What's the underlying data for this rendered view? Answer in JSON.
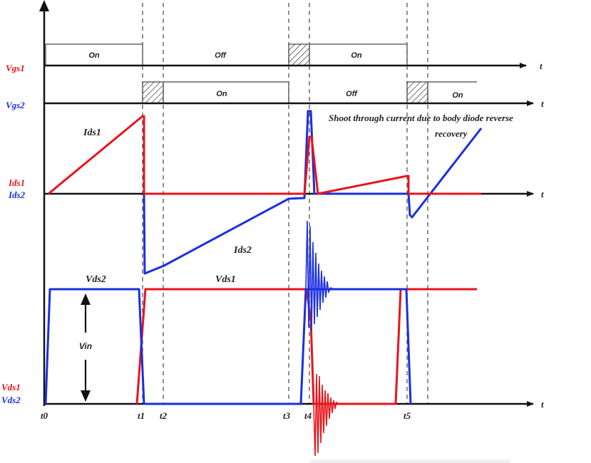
{
  "figure": {
    "type": "switching timing diagram",
    "rows": {
      "vgs1": {
        "label": "Vgs1",
        "color": "#e8141c"
      },
      "vgs2": {
        "label": "Vgs2",
        "color": "#1a2fe0"
      },
      "ids1": {
        "label": "Ids1",
        "color": "#e8141c"
      },
      "ids2": {
        "label": "Ids2",
        "color": "#1a2fe0"
      },
      "vds1": {
        "label": "Vds1",
        "color": "#e8141c"
      },
      "vds2": {
        "label": "Vds2",
        "color": "#1a2fe0"
      }
    },
    "axis_label": "t",
    "time_markers": [
      "t0",
      "t1",
      "t2",
      "t3",
      "t4",
      "t5"
    ],
    "gate_boxes": {
      "vgs1": [
        "On",
        "Off",
        "On"
      ],
      "vgs2": [
        "On",
        "Off",
        "On"
      ]
    },
    "in_plot_labels": {
      "ids1": "Ids1",
      "ids2": "Ids2",
      "vds1": "Vds1",
      "vds2": "Vds2",
      "vin": "Vin"
    },
    "annotation_line1": "Shoot through current due to body diode reverse",
    "annotation_line2": "recovery"
  },
  "colors": {
    "red": "#e8141c",
    "blue": "#1a2fe0",
    "axis": "#111111",
    "dash": "#555555"
  }
}
